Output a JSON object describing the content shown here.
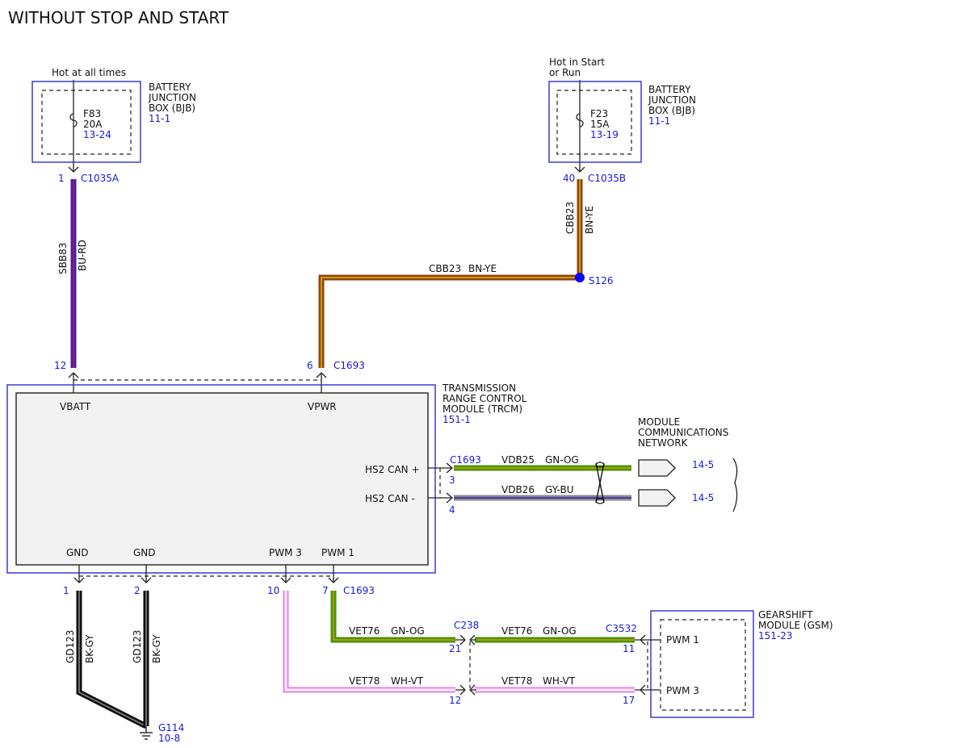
{
  "title": "WITHOUT STOP AND START",
  "power": {
    "left": {
      "source": "Hot at all times",
      "box": [
        "BATTERY",
        "JUNCTION",
        "BOX (BJB)"
      ],
      "box_ref": "11-1",
      "fuse": "F83",
      "rating": "20A",
      "fuse_ref": "13-24",
      "connector": "C1035A",
      "pin": "1"
    },
    "right": {
      "source": [
        "Hot in Start",
        "or Run"
      ],
      "box": [
        "BATTERY",
        "JUNCTION",
        "BOX (BJB)"
      ],
      "box_ref": "11-1",
      "fuse": "F23",
      "rating": "15A",
      "fuse_ref": "13-19",
      "connector": "C1035B",
      "pin": "40"
    }
  },
  "wires": {
    "sbb83": {
      "circuit": "SBB83",
      "color": "BU-RD"
    },
    "cbb23_vertical": {
      "circuit": "CBB23",
      "color": "BN-YE"
    },
    "cbb23_horizontal": {
      "circuit": "CBB23",
      "color": "BN-YE"
    },
    "vdb25": {
      "circuit": "VDB25",
      "color": "GN-OG"
    },
    "vdb26": {
      "circuit": "VDB26",
      "color": "GY-BU"
    },
    "vet76_a": {
      "circuit": "VET76",
      "color": "GN-OG"
    },
    "vet76_b": {
      "circuit": "VET76",
      "color": "GN-OG"
    },
    "vet78_a": {
      "circuit": "VET78",
      "color": "WH-VT"
    },
    "vet78_b": {
      "circuit": "VET78",
      "color": "WH-VT"
    },
    "gd123_a": {
      "circuit": "GD123",
      "color": "BK-GY"
    },
    "gd123_b": {
      "circuit": "GD123",
      "color": "BK-GY"
    }
  },
  "splice": {
    "id": "S126"
  },
  "trcm": {
    "label": [
      "TRANSMISSION",
      "RANGE CONTROL",
      "MODULE (TRCM)"
    ],
    "ref": "151-1",
    "connector": "C1693",
    "pins": {
      "vbatt": {
        "label": "VBATT",
        "pin": "12"
      },
      "vpwr": {
        "label": "VPWR",
        "pin": "6"
      },
      "hs2_can_plus": {
        "label": "HS2 CAN +",
        "pin": "3"
      },
      "hs2_can_minus": {
        "label": "HS2 CAN -",
        "pin": "4"
      },
      "gnd1": {
        "label": "GND",
        "pin": "1"
      },
      "gnd2": {
        "label": "GND",
        "pin": "2"
      },
      "pwm3": {
        "label": "PWM 3",
        "pin": "10"
      },
      "pwm1": {
        "label": "PWM 1",
        "pin": "7"
      }
    }
  },
  "network": {
    "label": [
      "MODULE",
      "COMMUNICATIONS",
      "NETWORK"
    ],
    "ref_plus": "14-5",
    "ref_minus": "14-5"
  },
  "c238": {
    "connector": "C238",
    "pin_a": "21",
    "pin_b": "12"
  },
  "gsm": {
    "label": [
      "GEARSHIFT",
      "MODULE (GSM)"
    ],
    "ref": "151-23",
    "connector": "C3532",
    "pwm1": {
      "label": "PWM 1",
      "pin": "11"
    },
    "pwm3": {
      "label": "PWM 3",
      "pin": "17"
    }
  },
  "ground": {
    "id": "G114",
    "ref": "10-8"
  },
  "colors": {
    "box_outline": "#3a3ad8",
    "ref_text": "#1a1ad6",
    "BU": "#3b20b8",
    "RD": "#d01818",
    "BN": "#8b4513",
    "YE": "#f0b400",
    "GN": "#3a9a10",
    "OG": "#ff8a00",
    "GY": "#8a8a8a",
    "WH": "#ffffff",
    "VT": "#e080e8",
    "BK": "#111111"
  }
}
